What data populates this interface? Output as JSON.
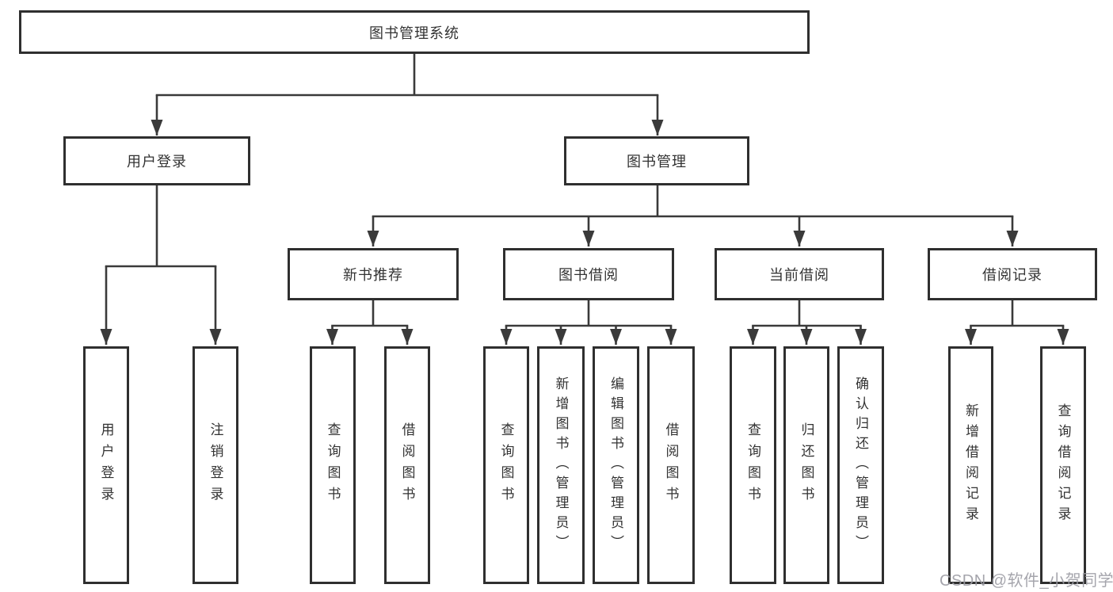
{
  "diagram": {
    "kind": "hierarchy-tree",
    "palette": {
      "line": "#3a3a3a",
      "box_border": "#2f2f2f",
      "box_fill": "#ffffff",
      "text": "#333333",
      "watermark": "#9c9ca4"
    },
    "tree": {
      "root": {
        "label": "图书管理系统"
      },
      "branches": [
        {
          "label": "用户登录",
          "children": [
            {
              "label": "用户登录"
            },
            {
              "label": "注销登录"
            }
          ]
        },
        {
          "label": "图书管理",
          "children": [
            {
              "label": "新书推荐",
              "children": [
                {
                  "label": "查询图书"
                },
                {
                  "label": "借阅图书"
                }
              ]
            },
            {
              "label": "图书借阅",
              "children": [
                {
                  "label": "查询图书"
                },
                {
                  "label": "新增图书（管理员）"
                },
                {
                  "label": "编辑图书（管理员）"
                },
                {
                  "label": "借阅图书"
                }
              ]
            },
            {
              "label": "当前借阅",
              "children": [
                {
                  "label": "查询图书"
                },
                {
                  "label": "归还图书"
                },
                {
                  "label": "确认归还（管理员）"
                }
              ]
            },
            {
              "label": "借阅记录",
              "children": [
                {
                  "label": "新增借阅记录"
                },
                {
                  "label": "查询借阅记录"
                }
              ]
            }
          ]
        }
      ]
    },
    "watermark": {
      "text": "CSDN @软件_小贺同学"
    }
  }
}
